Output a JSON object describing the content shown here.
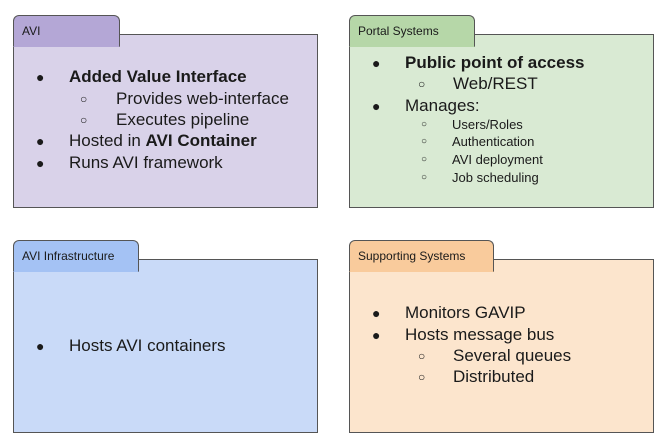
{
  "colors": {
    "avi": "#d9d2e9",
    "avi_tab": "#b4a7d6",
    "portal": "#d9ead3",
    "portal_tab": "#b6d7a8",
    "infra": "#c9daf8",
    "infra_tab": "#a4c2f4",
    "support": "#fce5cd",
    "support_tab": "#f9cb9c",
    "border": "#555555"
  },
  "avi": {
    "title": "AVI",
    "items": {
      "i1": "Added Value Interface",
      "i1a": "Provides web-interface",
      "i1b": "Executes pipeline",
      "i2_prefix": "Hosted in ",
      "i2_bold": "AVI Container",
      "i3": "Runs AVI framework"
    }
  },
  "portal": {
    "title": "Portal Systems",
    "items": {
      "i1": "Public point of access",
      "i1a": "Web/REST",
      "i2": "Manages:",
      "i2a": "Users/Roles",
      "i2b": "Authentication",
      "i2c": "AVI deployment",
      "i2d": "Job scheduling"
    }
  },
  "infra": {
    "title": "AVI Infrastructure",
    "items": {
      "i1": "Hosts AVI containers"
    }
  },
  "support": {
    "title": "Supporting Systems",
    "items": {
      "i1": "Monitors GAVIP",
      "i2": "Hosts message bus",
      "i2a": "Several queues",
      "i2b": "Distributed"
    }
  },
  "glyphs": {
    "disc": "●",
    "circle": "○"
  }
}
